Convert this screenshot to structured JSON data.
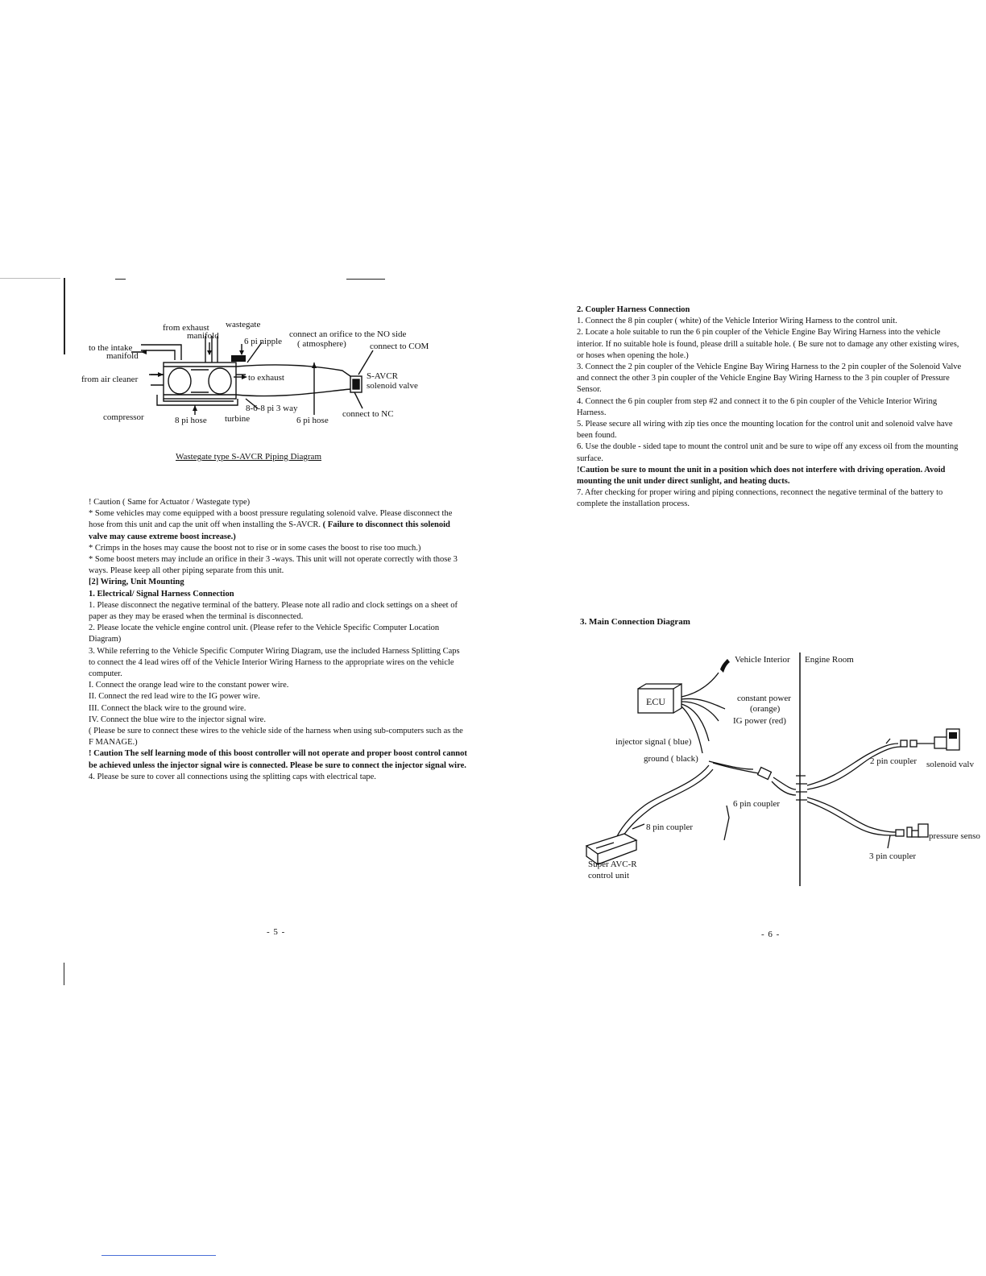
{
  "left_page": {
    "diagram": {
      "labels": {
        "from_exhaust": "from exhaust",
        "manifold": "manifold",
        "wastegate": "wastegate",
        "nipple": "6 pi nipple",
        "connect_orifice": "connect an orifice to the NO side",
        "atmosphere": "( atmosphere)",
        "connect_com": "connect to COM",
        "to_intake": "to the intake",
        "intake_manifold": "manifold",
        "from_air_cleaner": "from air cleaner",
        "to_exhaust": "to exhaust",
        "savcr": "S-AVCR",
        "solenoid_valve": "solenoid valve",
        "three_way": "8-6-8 pi 3 way",
        "compressor": "compressor",
        "hose8": "8 pi hose",
        "turbine": "turbine",
        "hose6": "6 pi hose",
        "connect_nc": "connect to NC"
      },
      "caption": "Wastegate type S-AVCR Piping Diagram"
    },
    "paragraphs": [
      {
        "text": "! Caution ( Same for Actuator /  Wastegate type)",
        "bold": false
      },
      {
        "text": "* Some vehicles may come equipped with a boost pressure regulating solenoid valve. Please disconnect the hose from this unit and cap the unit off when installing the S-AVCR. ",
        "bold_tail": "( Failure to disconnect this solenoid valve may cause extreme boost increase.)"
      },
      {
        "text": "* Crimps in the hoses may cause the boost not to rise or in some cases the boost to rise too much.)",
        "bold": false
      },
      {
        "text": "* Some boost meters may include an orifice in their 3 -ways. This unit will not operate correctly with those 3 ways. Please keep all other piping separate from this unit.",
        "bold": false
      },
      {
        "text": "[2] Wiring, Unit Mounting",
        "bold": true
      },
      {
        "text": "1. Electrical/ Signal Harness Connection",
        "bold": true
      },
      {
        "text": "1. Please disconnect the negative terminal of the battery. Please note all radio and clock settings on a sheet of paper as they may be erased when the terminal is disconnected.",
        "bold": false
      },
      {
        "text": "2. Please locate the vehicle engine control unit. (Please refer to the Vehicle Specific Computer Location Diagram)",
        "bold": false
      },
      {
        "text": "3. While referring to the Vehicle Specific Computer Wiring Diagram, use the included Harness Splitting Caps to connect the 4 lead wires off of the Vehicle Interior Wiring Harness to the appropriate wires on the vehicle computer.",
        "bold": false
      },
      {
        "text": "I. Connect the orange lead wire to the constant power wire.",
        "bold": false
      },
      {
        "text": "II. Connect the red lead wire to the IG power wire.",
        "bold": false
      },
      {
        "text": "III. Connect the black wire to the ground wire.",
        "bold": false
      },
      {
        "text": "IV. Connect the blue wire to the injector signal wire.",
        "bold": false
      },
      {
        "text": "( Please be sure to connect these wires to the vehicle side of the harness when using sub-computers such as the F MANAGE.)",
        "bold": false
      },
      {
        "text": "! Caution The self learning mode of this boost controller will not operate and proper boost control cannot be achieved unless the injector signal wire is connected. Please be sure to connect the injector signal wire.",
        "bold": true
      },
      {
        "text": "4. Please be sure to cover all connections using the splitting caps with electrical tape.",
        "bold": false
      }
    ],
    "page_number": "- 5 -"
  },
  "right_page": {
    "paragraphs": [
      {
        "text": "2. Coupler Harness Connection",
        "bold": true
      },
      {
        "text": "1. Connect the 8 pin  coupler ( white) of the Vehicle Interior Wiring Harness to the control unit.",
        "bold": false
      },
      {
        "text": "2. Locate a hole suitable to run the 6 pin coupler of the Vehicle Engine Bay Wiring Harness into the vehicle interior. If no suitable hole is found, please drill a suitable hole. ( Be sure not to damage any other existing wires, or hoses when opening the hole.)",
        "bold": false
      },
      {
        "text": "3. Connect the 2 pin coupler of the Vehicle Engine Bay Wiring Harness to the 2 pin coupler of the Solenoid Valve and connect the other 3 pin coupler of the Vehicle Engine Bay Wiring Harness to the 3 pin coupler of Pressure Sensor.",
        "bold": false
      },
      {
        "text": "4. Connect the 6 pin coupler  from step #2 and connect it to the 6 pin coupler of the Vehicle Interior Wiring Harness.",
        "bold": false
      },
      {
        "text": "5. Please secure all wiring with zip ties once the mounting location for the control unit and solenoid valve have been found.",
        "bold": false
      },
      {
        "text": "6. Use the double - sided tape to mount the control unit and be sure to wipe off any excess oil from the mounting surface.",
        "bold": false
      },
      {
        "text": "!Caution be sure to mount the unit in a position which does not interfere with driving operation. Avoid mounting the unit under direct sunlight, and heating ducts.",
        "bold": true
      },
      {
        "text": "7. After checking for proper wiring and piping connections, reconnect the negative terminal of the battery to complete the installation process.",
        "bold": false
      }
    ],
    "diagram_heading": "3. Main Connection Diagram",
    "diagram": {
      "labels": {
        "vehicle_interior": "Vehicle Interior",
        "engine_room": "Engine Room",
        "ecu": "ECU",
        "constant_power": "constant power",
        "orange": "(orange)",
        "ig_power": "IG power (red)",
        "injector_signal": "injector signal ( blue)",
        "ground": "ground ( black)",
        "two_pin": "2 pin coupler",
        "solenoid": "solenoid valv",
        "six_pin": "6 pin coupler",
        "eight_pin": "8 pin coupler",
        "pressure": "pressure senso",
        "three_pin": "3 pin coupler",
        "super_avcr": "Super AVC-R",
        "control_unit": "control unit"
      }
    },
    "page_number": "- 6 -"
  }
}
